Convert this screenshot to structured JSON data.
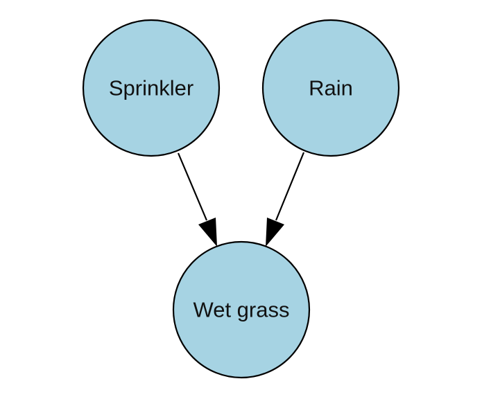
{
  "colors": {
    "node_fill": "#a6d3e3",
    "node_stroke": "#000000",
    "edge": "#000000",
    "background": "#ffffff"
  },
  "nodes": {
    "sprinkler": {
      "label": "Sprinkler"
    },
    "rain": {
      "label": "Rain"
    },
    "wet_grass": {
      "label": "Wet grass"
    }
  },
  "edges": [
    {
      "from": "Sprinkler",
      "to": "Wet grass"
    },
    {
      "from": "Rain",
      "to": "Wet grass"
    }
  ]
}
